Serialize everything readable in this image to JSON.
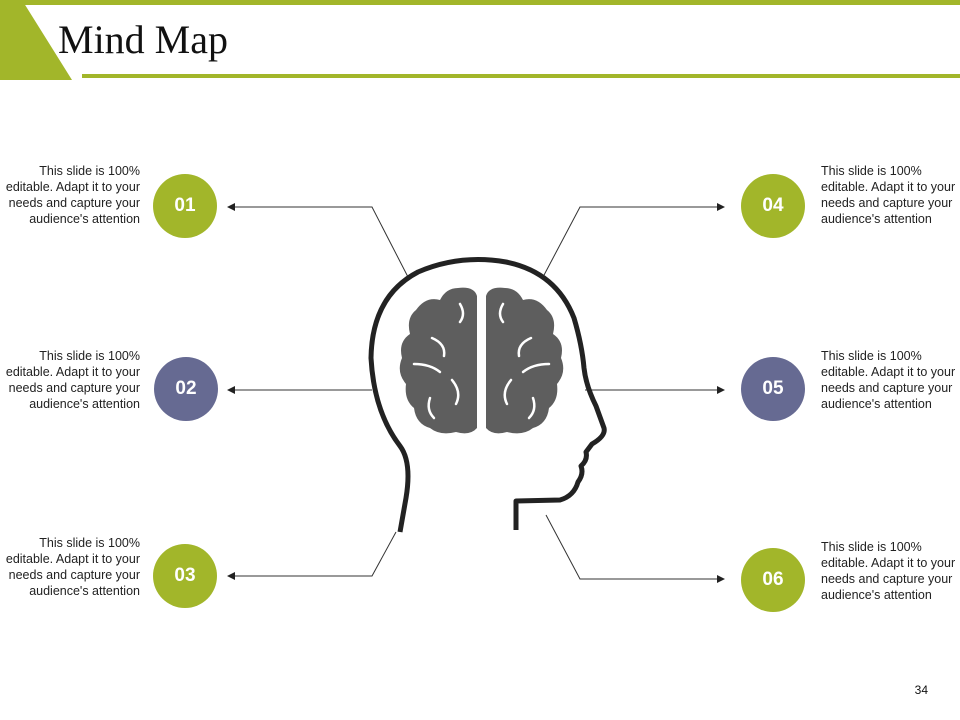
{
  "slide": {
    "title": "Mind Map",
    "page_number": "34"
  },
  "colors": {
    "accent_green": "#A2B62A",
    "accent_purple": "#666A92",
    "brain_gray": "#5E5E5E",
    "outline": "#222222"
  },
  "icons": {
    "center": "head-brain-icon"
  },
  "nodes": [
    {
      "number": "01",
      "color": "#A2B62A",
      "text": "This slide is 100% editable. Adapt it to your needs and capture your audience's attention"
    },
    {
      "number": "02",
      "color": "#666A92",
      "text": "This slide is 100% editable. Adapt it to your needs and capture your audience's attention"
    },
    {
      "number": "03",
      "color": "#A2B62A",
      "text": "This slide is 100% editable. Adapt it to your needs and capture your audience's attention"
    },
    {
      "number": "04",
      "color": "#A2B62A",
      "text": "This slide is 100% editable. Adapt it to your needs and capture your audience's attention"
    },
    {
      "number": "05",
      "color": "#666A92",
      "text": "This slide is 100% editable. Adapt it to your needs and capture your audience's attention"
    },
    {
      "number": "06",
      "color": "#A2B62A",
      "text": "This slide is 100% editable. Adapt it to your needs and capture your audience's attention"
    }
  ]
}
